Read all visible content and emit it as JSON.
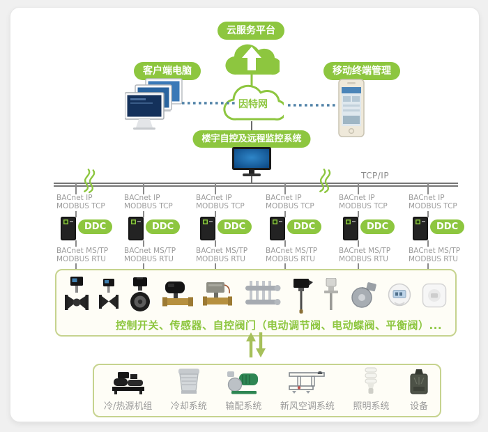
{
  "colors": {
    "green": "#8dc63f",
    "box_border": "#c6d38e",
    "gray_text": "#9b9b9b",
    "bus_line": "#757575",
    "dash_blue": "#4f81a7"
  },
  "cloud_layer": {
    "platform_label": "云服务平台",
    "internet_label": "因特网",
    "client_label": "客户端电脑",
    "mobile_label": "移动终端管理"
  },
  "control_layer": {
    "bas_label": "楼宇自控及远程监控系统",
    "bus_label": "TCP/IP"
  },
  "ddc": {
    "upper_line1": "BACnet IP",
    "upper_line2": "MODBUS TCP",
    "label": "DDC",
    "lower_line1": "BACnet MS/TP",
    "lower_line2": "MODBUS RTU",
    "count": 6
  },
  "field_devices": {
    "caption": "控制开关、传感器、自控阀门（电动调节阀、电动蝶阀、平衡阀）...",
    "icons": [
      "electric-control-valve",
      "control-valve",
      "butterfly-valve",
      "motorized-ball-valve",
      "solenoid-valve",
      "manifold",
      "immersion-temp-sensor",
      "duct-sensor",
      "blower",
      "round-thermostat",
      "room-sensor"
    ]
  },
  "systems": {
    "items": [
      {
        "label": "冷/热源机组",
        "icon": "chiller"
      },
      {
        "label": "冷却系统",
        "icon": "cooling-tower"
      },
      {
        "label": "输配系统",
        "icon": "pump"
      },
      {
        "label": "新风空调系统",
        "icon": "air-handling"
      },
      {
        "label": "照明系统",
        "icon": "cfl-lamp"
      },
      {
        "label": "设备",
        "icon": "equipment"
      }
    ]
  }
}
